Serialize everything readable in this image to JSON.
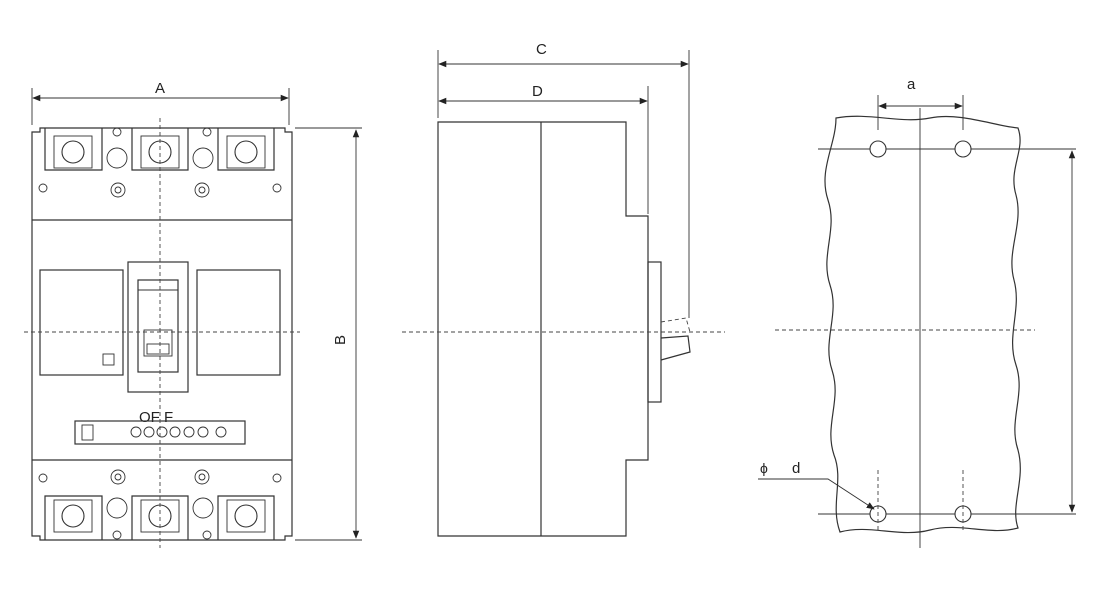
{
  "front_view": {
    "dimension_width": "A",
    "dimension_height": "B",
    "switch_label": "OF F"
  },
  "side_view": {
    "dimension_total_depth": "C",
    "dimension_body_depth": "D"
  },
  "mounting_view": {
    "dimension_hole_spacing": "a",
    "hole_symbol": "ϕ",
    "hole_diameter": "d"
  }
}
